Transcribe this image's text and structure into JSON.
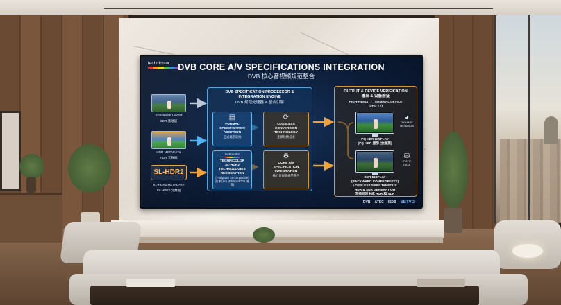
{
  "screen": {
    "logo": "technicolor",
    "title": "DVB CORE A/V SPECIFICATIONS INTEGRATION",
    "subtitle": "DVB 核心音视频规范整合",
    "inputs": [
      {
        "label_en": "SDR BASE LAYER",
        "label_cn": "SDR 基础层",
        "icon": "sdr-soccer-thumbnail"
      },
      {
        "label_en": "HDR METADATA",
        "label_cn": "HDR 元数据",
        "icon": "hdr-soccer-thumbnail"
      },
      {
        "badge": "SL-HDR2",
        "label_en": "SL-HDR2 METADATA",
        "label_cn": "SL-HDR2 元数据"
      }
    ],
    "processor": {
      "title": "DVB SPECIFICATION PROCESSOR &",
      "title2": "INTEGRATION ENGINE",
      "subtitle": "DVB 规范处理器 & 整合引擎",
      "cards": {
        "formal": {
          "icon": "document-icon",
          "l1": "FORMAL",
          "l2": "SPECIFICATION",
          "l3": "ADOPTION",
          "cn": "正式规范采纳"
        },
        "lossless": {
          "icon": "refresh-icon",
          "l1": "LOSSLESS",
          "l2": "CONVERSION",
          "l3": "TECHNOLOGY",
          "cn": "无损转换技术"
        },
        "technicolor": {
          "logo": "technicolor",
          "l1": "TECHNICOLOR",
          "l2": "SL-HDR2",
          "l3": "TECHNOLOGIES",
          "l4": "RECOGNITION",
          "cn1": "(Philips/ETSI compatible)",
          "cn2": "技术认可 (Philips/ETSI 兼容)"
        },
        "core": {
          "icon": "gear-icon",
          "l1": "CORE A/V",
          "l2": "SPECIFICATION",
          "l3": "INTEGRATION",
          "cn": "核心音视频规范整合"
        }
      }
    },
    "output": {
      "title": "OUTPUT & DEVICE VERIFICATION",
      "title_cn": "输出 & 设备验证",
      "device_en": "HIGH-FIDELITY TERMINAL DEVICE",
      "device_abbr": "(UHD TV)",
      "hdr_display": {
        "l1": "PQ HDR DISPLAY",
        "l2": "(PQ HDR 显示 (全画质)"
      },
      "dynamic": {
        "icon": "gauge-icon",
        "l1": "DYNAMIC",
        "l2": "METADATA"
      },
      "sdr_display": {
        "l1": "SDR DISPLAY",
        "l2": "(BACKWARD COMPATIBILITY)",
        "l3": "LOSSLESS SIMULTANEOUS",
        "l4": "HDR & SDR GENERATION",
        "l5": "无损同时生成 HDR 和 SDR"
      },
      "static": {
        "icon": "database-icon",
        "l1": "STATIC",
        "l2": "DATA"
      }
    },
    "footer": [
      "DVB",
      "ATSC",
      "ISDB",
      "SBTVD"
    ]
  },
  "colors": {
    "accent_blue": "#4fa6e0",
    "accent_orange": "#f0a23a",
    "screen_bg": "#0c1d38",
    "technicolor_bar": [
      "#e2312d",
      "#f29b1d",
      "#f5d31d",
      "#4cb848",
      "#2f8fd4",
      "#7b4fb3"
    ]
  }
}
